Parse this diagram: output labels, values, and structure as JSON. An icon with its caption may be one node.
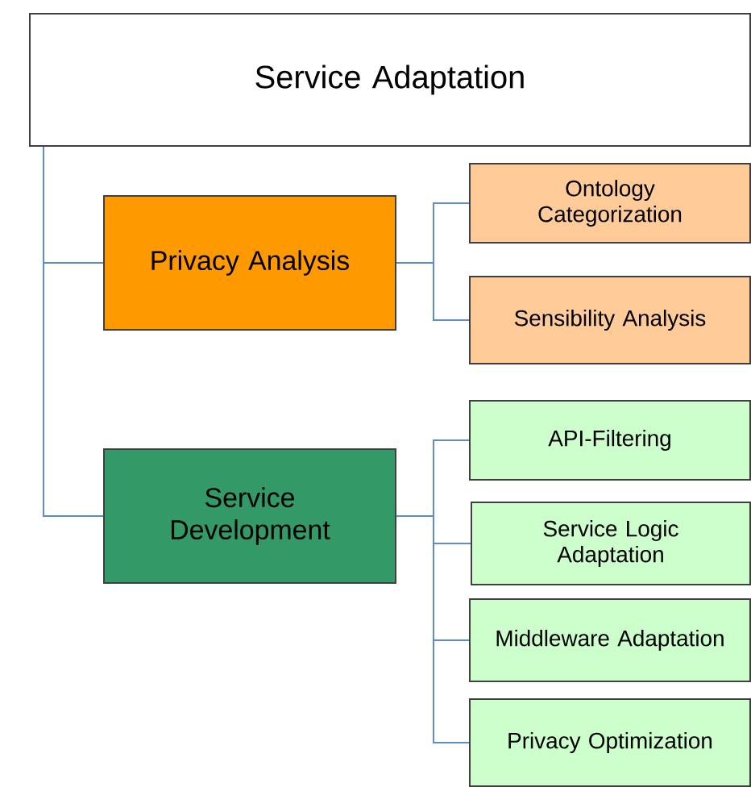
{
  "diagram": {
    "nodes": [
      {
        "text": [
          "Service Adaptation"
        ]
      },
      {
        "text": [
          "Privacy Analysis"
        ]
      },
      {
        "text": [
          "Ontology Categorization"
        ]
      },
      {
        "text": [
          "Sensibility Analysis"
        ]
      },
      {
        "text": [
          "Service Development"
        ]
      },
      {
        "text": [
          "API-Filtering"
        ]
      },
      {
        "text": [
          "Service Logic Adaptation"
        ]
      },
      {
        "text": [
          "Middleware Adaptation"
        ]
      },
      {
        "text": [
          "Privacy Optimization"
        ]
      }
    ],
    "edges": [
      {
        "from": 0,
        "to": 1,
        "arrow": "none"
      },
      {
        "from": 0,
        "to": 4,
        "arrow": "none"
      },
      {
        "from": 1,
        "to": 2,
        "arrow": "none"
      },
      {
        "from": 1,
        "to": 3,
        "arrow": "none"
      },
      {
        "from": 4,
        "to": 5,
        "arrow": "none"
      },
      {
        "from": 4,
        "to": 6,
        "arrow": "none"
      },
      {
        "from": 4,
        "to": 7,
        "arrow": "none"
      },
      {
        "from": 4,
        "to": 8,
        "arrow": "none"
      }
    ]
  }
}
